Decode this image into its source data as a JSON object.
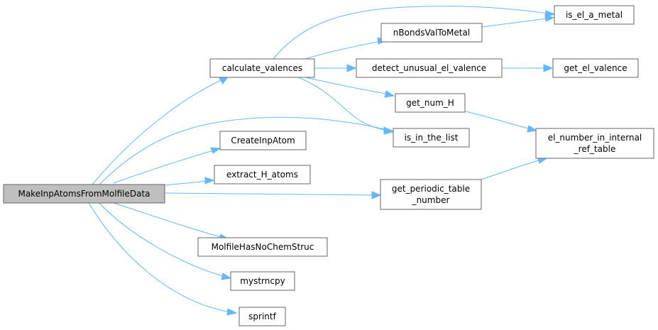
{
  "graph": {
    "nodes": {
      "root": "MakeInpAtomsFromMolfileData",
      "calc_val": "calculate_valences",
      "create_atom": "CreateInpAtom",
      "extract_h": "extract_H_atoms",
      "molfile_nochem": "MolfileHasNoChemStruc",
      "mystrncpy": "mystrncpy",
      "sprintf": "sprintf",
      "is_el_metal": "is_el_a_metal",
      "nbonds": "nBondsValToMetal",
      "detect_unusual": "detect_unusual_el_valence",
      "get_el_val": "get_el_valence",
      "get_num_h": "get_num_H",
      "is_in_list": "is_in_the_list",
      "el_number_l1": "el_number_in_internal",
      "el_number_l2": "_ref_table",
      "get_periodic_l1": "get_periodic_table",
      "get_periodic_l2": "_number"
    },
    "colors": {
      "edge": "#63b8ff",
      "node_border": "#666666",
      "root_fill": "#bfbfbf",
      "node_fill": "#ffffff"
    }
  }
}
